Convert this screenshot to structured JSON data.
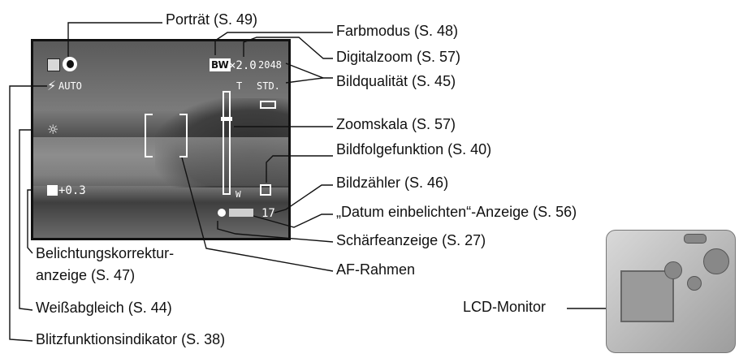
{
  "screen": {
    "mode_icon": "camera-icon",
    "scene_icon": "portrait-icon",
    "color_mode": "BW",
    "zoom_factor": "×2.0",
    "resolution": "2048",
    "quality": "STD.",
    "tele": "T",
    "wide": "W",
    "flash_mode": "AUTO",
    "exposure_comp": "+0.3",
    "frame_count": "17"
  },
  "labels": {
    "portrait": "Porträt (S. 49)",
    "color_mode": "Farbmodus (S. 48)",
    "digital_zoom": "Digitalzoom (S. 57)",
    "image_quality": "Bildqualität (S. 45)",
    "zoom_scale": "Zoomskala (S. 57)",
    "drive_mode": "Bildfolgefunktion (S. 40)",
    "frame_counter": "Bildzähler (S. 46)",
    "date_imprint": "„Datum einbelichten“-Anzeige (S. 56)",
    "focus_signal": "Schärfeanzeige (S. 27)",
    "af_frame": "AF-Rahmen",
    "exposure_comp_line1": "Belichtungskorrektur-",
    "exposure_comp_line2": "anzeige (S. 47)",
    "white_balance": "Weißabgleich (S. 44)",
    "flash_indicator": "Blitzfunktionsindikator (S. 38)",
    "lcd_monitor": "LCD-Monitor"
  }
}
